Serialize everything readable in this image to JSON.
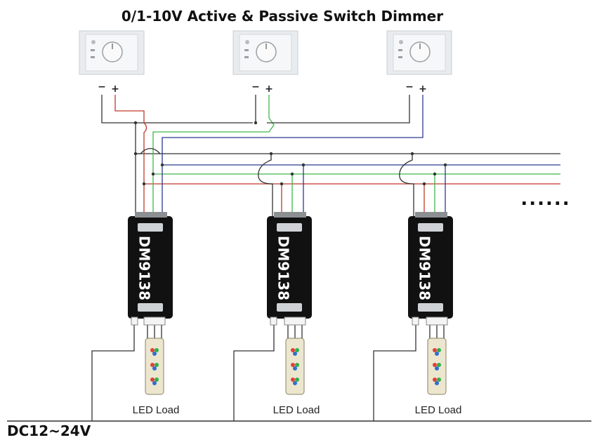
{
  "title": "0/1-10V Active & Passive Switch Dimmer",
  "switch_panels": [
    {
      "minus": "−",
      "plus": "+"
    },
    {
      "minus": "−",
      "plus": "+"
    },
    {
      "minus": "−",
      "plus": "+"
    }
  ],
  "dimmers": [
    {
      "label": "DM9138"
    },
    {
      "label": "DM9138"
    },
    {
      "label": "DM9138"
    }
  ],
  "led_loads": [
    {
      "label": "LED Load"
    },
    {
      "label": "LED Load"
    },
    {
      "label": "LED Load"
    }
  ],
  "continuation": "......",
  "supply_label": "DC12~24V",
  "wire_colors": {
    "black": "#333333",
    "red": "#c0392b",
    "green": "#3cb84a",
    "blue": "#2b3a8f"
  }
}
